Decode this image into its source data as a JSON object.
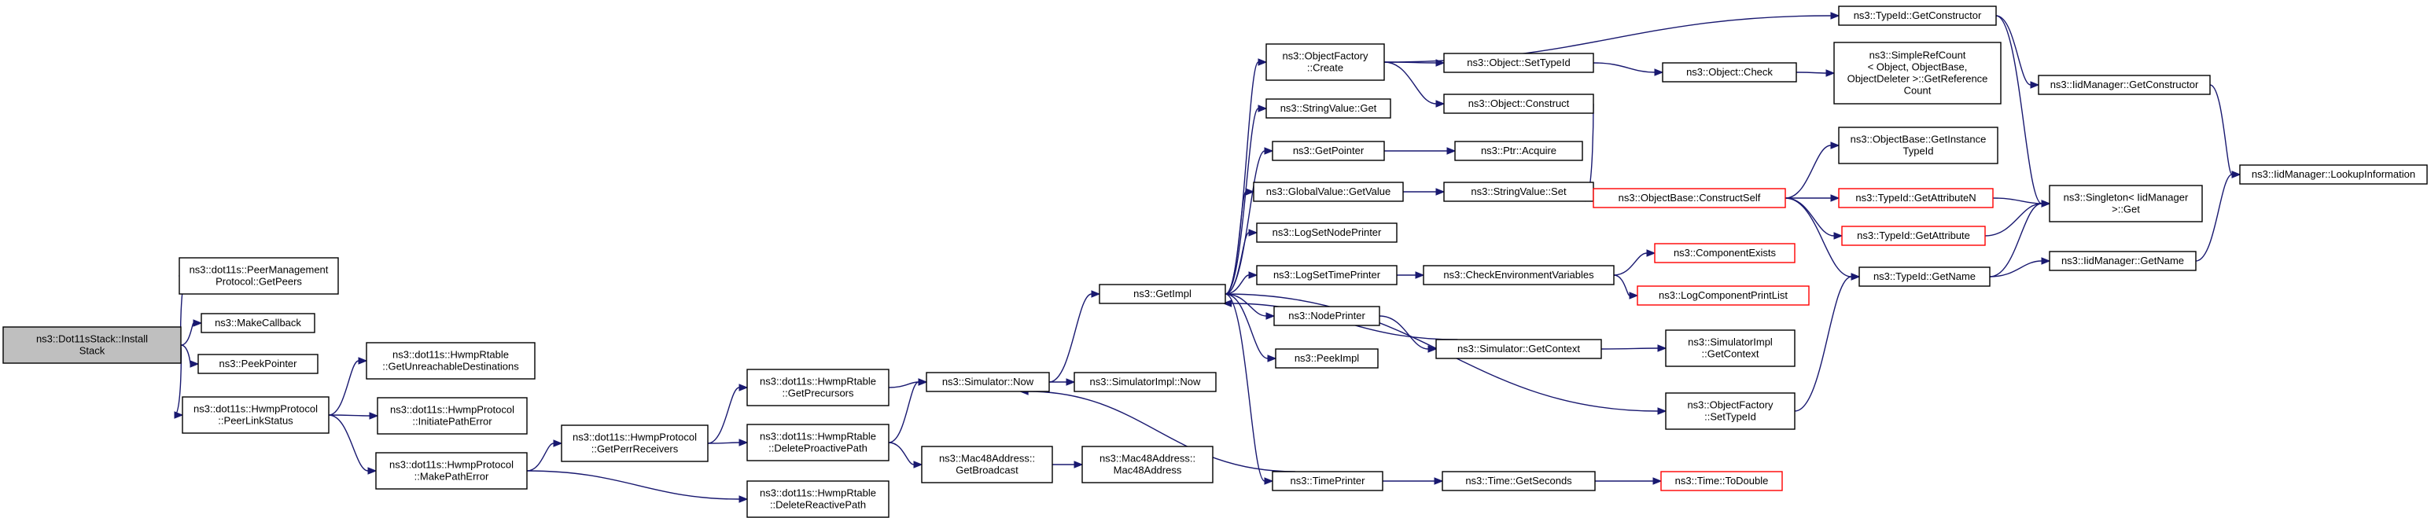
{
  "colors": {
    "edge": "#191970",
    "normal_border": "#000000",
    "truncated_border": "#ff0000",
    "root_fill": "#bfbfbf",
    "node_fill": "#ffffff"
  },
  "nodes": [
    {
      "id": "root",
      "lines": [
        "ns3::Dot11sStack::Install",
        "Stack"
      ],
      "kind": "root"
    },
    {
      "id": "peermgmt_getpeers",
      "lines": [
        "ns3::dot11s::PeerManagement",
        "Protocol::GetPeers"
      ],
      "kind": "normal"
    },
    {
      "id": "makecallback",
      "lines": [
        "ns3::MakeCallback"
      ],
      "kind": "normal"
    },
    {
      "id": "peekpointer",
      "lines": [
        "ns3::PeekPointer"
      ],
      "kind": "normal"
    },
    {
      "id": "peerlinkstatus",
      "lines": [
        "ns3::dot11s::HwmpProtocol",
        "::PeerLinkStatus"
      ],
      "kind": "normal"
    },
    {
      "id": "getunreachable",
      "lines": [
        "ns3::dot11s::HwmpRtable",
        "::GetUnreachableDestinations"
      ],
      "kind": "normal"
    },
    {
      "id": "initiatepatherror",
      "lines": [
        "ns3::dot11s::HwmpProtocol",
        "::InitiatePathError"
      ],
      "kind": "normal"
    },
    {
      "id": "makepatherror",
      "lines": [
        "ns3::dot11s::HwmpProtocol",
        "::MakePathError"
      ],
      "kind": "normal"
    },
    {
      "id": "getperrreceivers",
      "lines": [
        "ns3::dot11s::HwmpProtocol",
        "::GetPerrReceivers"
      ],
      "kind": "normal"
    },
    {
      "id": "getprecursors",
      "lines": [
        "ns3::dot11s::HwmpRtable",
        "::GetPrecursors"
      ],
      "kind": "normal"
    },
    {
      "id": "deleteproactive",
      "lines": [
        "ns3::dot11s::HwmpRtable",
        "::DeleteProactivePath"
      ],
      "kind": "normal"
    },
    {
      "id": "deletereactive",
      "lines": [
        "ns3::dot11s::HwmpRtable",
        "::DeleteReactivePath"
      ],
      "kind": "normal"
    },
    {
      "id": "simnow",
      "lines": [
        "ns3::Simulator::Now"
      ],
      "kind": "normal"
    },
    {
      "id": "simimplnow",
      "lines": [
        "ns3::SimulatorImpl::Now"
      ],
      "kind": "normal"
    },
    {
      "id": "getbroadcast",
      "lines": [
        "ns3::Mac48Address::",
        "GetBroadcast"
      ],
      "kind": "normal"
    },
    {
      "id": "mac48ctor",
      "lines": [
        "ns3::Mac48Address::",
        "Mac48Address"
      ],
      "kind": "normal"
    },
    {
      "id": "getimpl",
      "lines": [
        "ns3::GetImpl"
      ],
      "kind": "normal"
    },
    {
      "id": "objfactory_create",
      "lines": [
        "ns3::ObjectFactory",
        "::Create"
      ],
      "kind": "normal"
    },
    {
      "id": "stringvalue_get",
      "lines": [
        "ns3::StringValue::Get"
      ],
      "kind": "normal"
    },
    {
      "id": "getpointer",
      "lines": [
        "ns3::GetPointer"
      ],
      "kind": "normal"
    },
    {
      "id": "globalvalue_getvalue",
      "lines": [
        "ns3::GlobalValue::GetValue"
      ],
      "kind": "normal"
    },
    {
      "id": "logsetnodeprinter",
      "lines": [
        "ns3::LogSetNodePrinter"
      ],
      "kind": "normal"
    },
    {
      "id": "logsettimeprinter",
      "lines": [
        "ns3::LogSetTimePrinter"
      ],
      "kind": "normal"
    },
    {
      "id": "nodeprinter",
      "lines": [
        "ns3::NodePrinter"
      ],
      "kind": "normal"
    },
    {
      "id": "peekimpl",
      "lines": [
        "ns3::PeekImpl"
      ],
      "kind": "normal"
    },
    {
      "id": "timeprinter",
      "lines": [
        "ns3::TimePrinter"
      ],
      "kind": "normal"
    },
    {
      "id": "object_settypeid",
      "lines": [
        "ns3::Object::SetTypeId"
      ],
      "kind": "normal"
    },
    {
      "id": "object_construct",
      "lines": [
        "ns3::Object::Construct"
      ],
      "kind": "normal"
    },
    {
      "id": "ptr_acquire",
      "lines": [
        "ns3::Ptr::Acquire"
      ],
      "kind": "normal"
    },
    {
      "id": "stringvalue_set",
      "lines": [
        "ns3::StringValue::Set"
      ],
      "kind": "normal"
    },
    {
      "id": "checkenvvars",
      "lines": [
        "ns3::CheckEnvironmentVariables"
      ],
      "kind": "normal"
    },
    {
      "id": "sim_getcontext",
      "lines": [
        "ns3::Simulator::GetContext"
      ],
      "kind": "normal"
    },
    {
      "id": "time_getseconds",
      "lines": [
        "ns3::Time::GetSeconds"
      ],
      "kind": "normal"
    },
    {
      "id": "object_check",
      "lines": [
        "ns3::Object::Check"
      ],
      "kind": "normal"
    },
    {
      "id": "objbase_constructself",
      "lines": [
        "ns3::ObjectBase::ConstructSelf"
      ],
      "kind": "truncated"
    },
    {
      "id": "componentexists",
      "lines": [
        "ns3::ComponentExists"
      ],
      "kind": "truncated"
    },
    {
      "id": "logcomponentprintlist",
      "lines": [
        "ns3::LogComponentPrintList"
      ],
      "kind": "truncated"
    },
    {
      "id": "simimpl_getcontext",
      "lines": [
        "ns3::SimulatorImpl",
        "::GetContext"
      ],
      "kind": "normal"
    },
    {
      "id": "objfactory_settypeid",
      "lines": [
        "ns3::ObjectFactory",
        "::SetTypeId"
      ],
      "kind": "normal"
    },
    {
      "id": "time_todouble",
      "lines": [
        "ns3::Time::ToDouble"
      ],
      "kind": "truncated"
    },
    {
      "id": "typeid_getconstructor",
      "lines": [
        "ns3::TypeId::GetConstructor"
      ],
      "kind": "normal"
    },
    {
      "id": "simplerefcount",
      "lines": [
        "ns3::SimpleRefCount",
        "< Object, ObjectBase,",
        "ObjectDeleter >::GetReference",
        "Count"
      ],
      "kind": "normal"
    },
    {
      "id": "objbase_getinstancetypeid",
      "lines": [
        "ns3::ObjectBase::GetInstance",
        "TypeId"
      ],
      "kind": "normal"
    },
    {
      "id": "typeid_getattributen",
      "lines": [
        "ns3::TypeId::GetAttributeN"
      ],
      "kind": "truncated"
    },
    {
      "id": "typeid_getattribute",
      "lines": [
        "ns3::TypeId::GetAttribute"
      ],
      "kind": "truncated"
    },
    {
      "id": "typeid_getname",
      "lines": [
        "ns3::TypeId::GetName"
      ],
      "kind": "normal"
    },
    {
      "id": "iidmanager_getconstructor",
      "lines": [
        "ns3::IidManager::GetConstructor"
      ],
      "kind": "normal"
    },
    {
      "id": "singleton_get",
      "lines": [
        "ns3::Singleton< IidManager",
        ">::Get"
      ],
      "kind": "normal"
    },
    {
      "id": "iidmanager_getname",
      "lines": [
        "ns3::IidManager::GetName"
      ],
      "kind": "normal"
    },
    {
      "id": "iidmanager_lookupinfo",
      "lines": [
        "ns3::IidManager::LookupInformation"
      ],
      "kind": "normal"
    }
  ],
  "edges": [
    [
      "root",
      "peermgmt_getpeers"
    ],
    [
      "root",
      "makecallback"
    ],
    [
      "root",
      "peekpointer"
    ],
    [
      "root",
      "peerlinkstatus"
    ],
    [
      "peerlinkstatus",
      "getunreachable"
    ],
    [
      "peerlinkstatus",
      "initiatepatherror"
    ],
    [
      "peerlinkstatus",
      "makepatherror"
    ],
    [
      "makepatherror",
      "getperrreceivers"
    ],
    [
      "makepatherror",
      "deletereactive"
    ],
    [
      "getperrreceivers",
      "getprecursors"
    ],
    [
      "getperrreceivers",
      "deleteproactive"
    ],
    [
      "getprecursors",
      "simnow"
    ],
    [
      "deleteproactive",
      "simnow"
    ],
    [
      "deleteproactive",
      "getbroadcast"
    ],
    [
      "getbroadcast",
      "mac48ctor"
    ],
    [
      "simnow",
      "simimplnow"
    ],
    [
      "simnow",
      "getimpl"
    ],
    [
      "getimpl",
      "objfactory_create"
    ],
    [
      "getimpl",
      "stringvalue_get"
    ],
    [
      "getimpl",
      "getpointer"
    ],
    [
      "getimpl",
      "globalvalue_getvalue"
    ],
    [
      "getimpl",
      "logsetnodeprinter"
    ],
    [
      "getimpl",
      "logsettimeprinter"
    ],
    [
      "getimpl",
      "nodeprinter"
    ],
    [
      "getimpl",
      "peekimpl"
    ],
    [
      "getimpl",
      "timeprinter"
    ],
    [
      "getimpl",
      "objfactory_settypeid"
    ],
    [
      "objfactory_create",
      "object_settypeid"
    ],
    [
      "objfactory_create",
      "object_construct"
    ],
    [
      "objfactory_create",
      "typeid_getconstructor"
    ],
    [
      "getpointer",
      "ptr_acquire"
    ],
    [
      "globalvalue_getvalue",
      "stringvalue_set"
    ],
    [
      "logsettimeprinter",
      "checkenvvars"
    ],
    [
      "checkenvvars",
      "componentexists"
    ],
    [
      "checkenvvars",
      "logcomponentprintlist"
    ],
    [
      "nodeprinter",
      "sim_getcontext"
    ],
    [
      "sim_getcontext",
      "getimpl"
    ],
    [
      "sim_getcontext",
      "simimpl_getcontext"
    ],
    [
      "timeprinter",
      "simnow"
    ],
    [
      "timeprinter",
      "time_getseconds"
    ],
    [
      "time_getseconds",
      "time_todouble"
    ],
    [
      "object_settypeid",
      "object_check"
    ],
    [
      "object_check",
      "simplerefcount"
    ],
    [
      "object_construct",
      "objbase_constructself"
    ],
    [
      "objbase_constructself",
      "objbase_getinstancetypeid"
    ],
    [
      "objbase_constructself",
      "typeid_getattributen"
    ],
    [
      "objbase_constructself",
      "typeid_getattribute"
    ],
    [
      "objbase_constructself",
      "typeid_getname"
    ],
    [
      "typeid_getattributen",
      "singleton_get"
    ],
    [
      "typeid_getattribute",
      "singleton_get"
    ],
    [
      "typeid_getname",
      "singleton_get"
    ],
    [
      "typeid_getname",
      "iidmanager_getname"
    ],
    [
      "objfactory_settypeid",
      "typeid_getname"
    ],
    [
      "typeid_getconstructor",
      "iidmanager_getconstructor"
    ],
    [
      "typeid_getconstructor",
      "singleton_get"
    ],
    [
      "iidmanager_getconstructor",
      "iidmanager_lookupinfo"
    ],
    [
      "iidmanager_getname",
      "iidmanager_lookupinfo"
    ]
  ]
}
